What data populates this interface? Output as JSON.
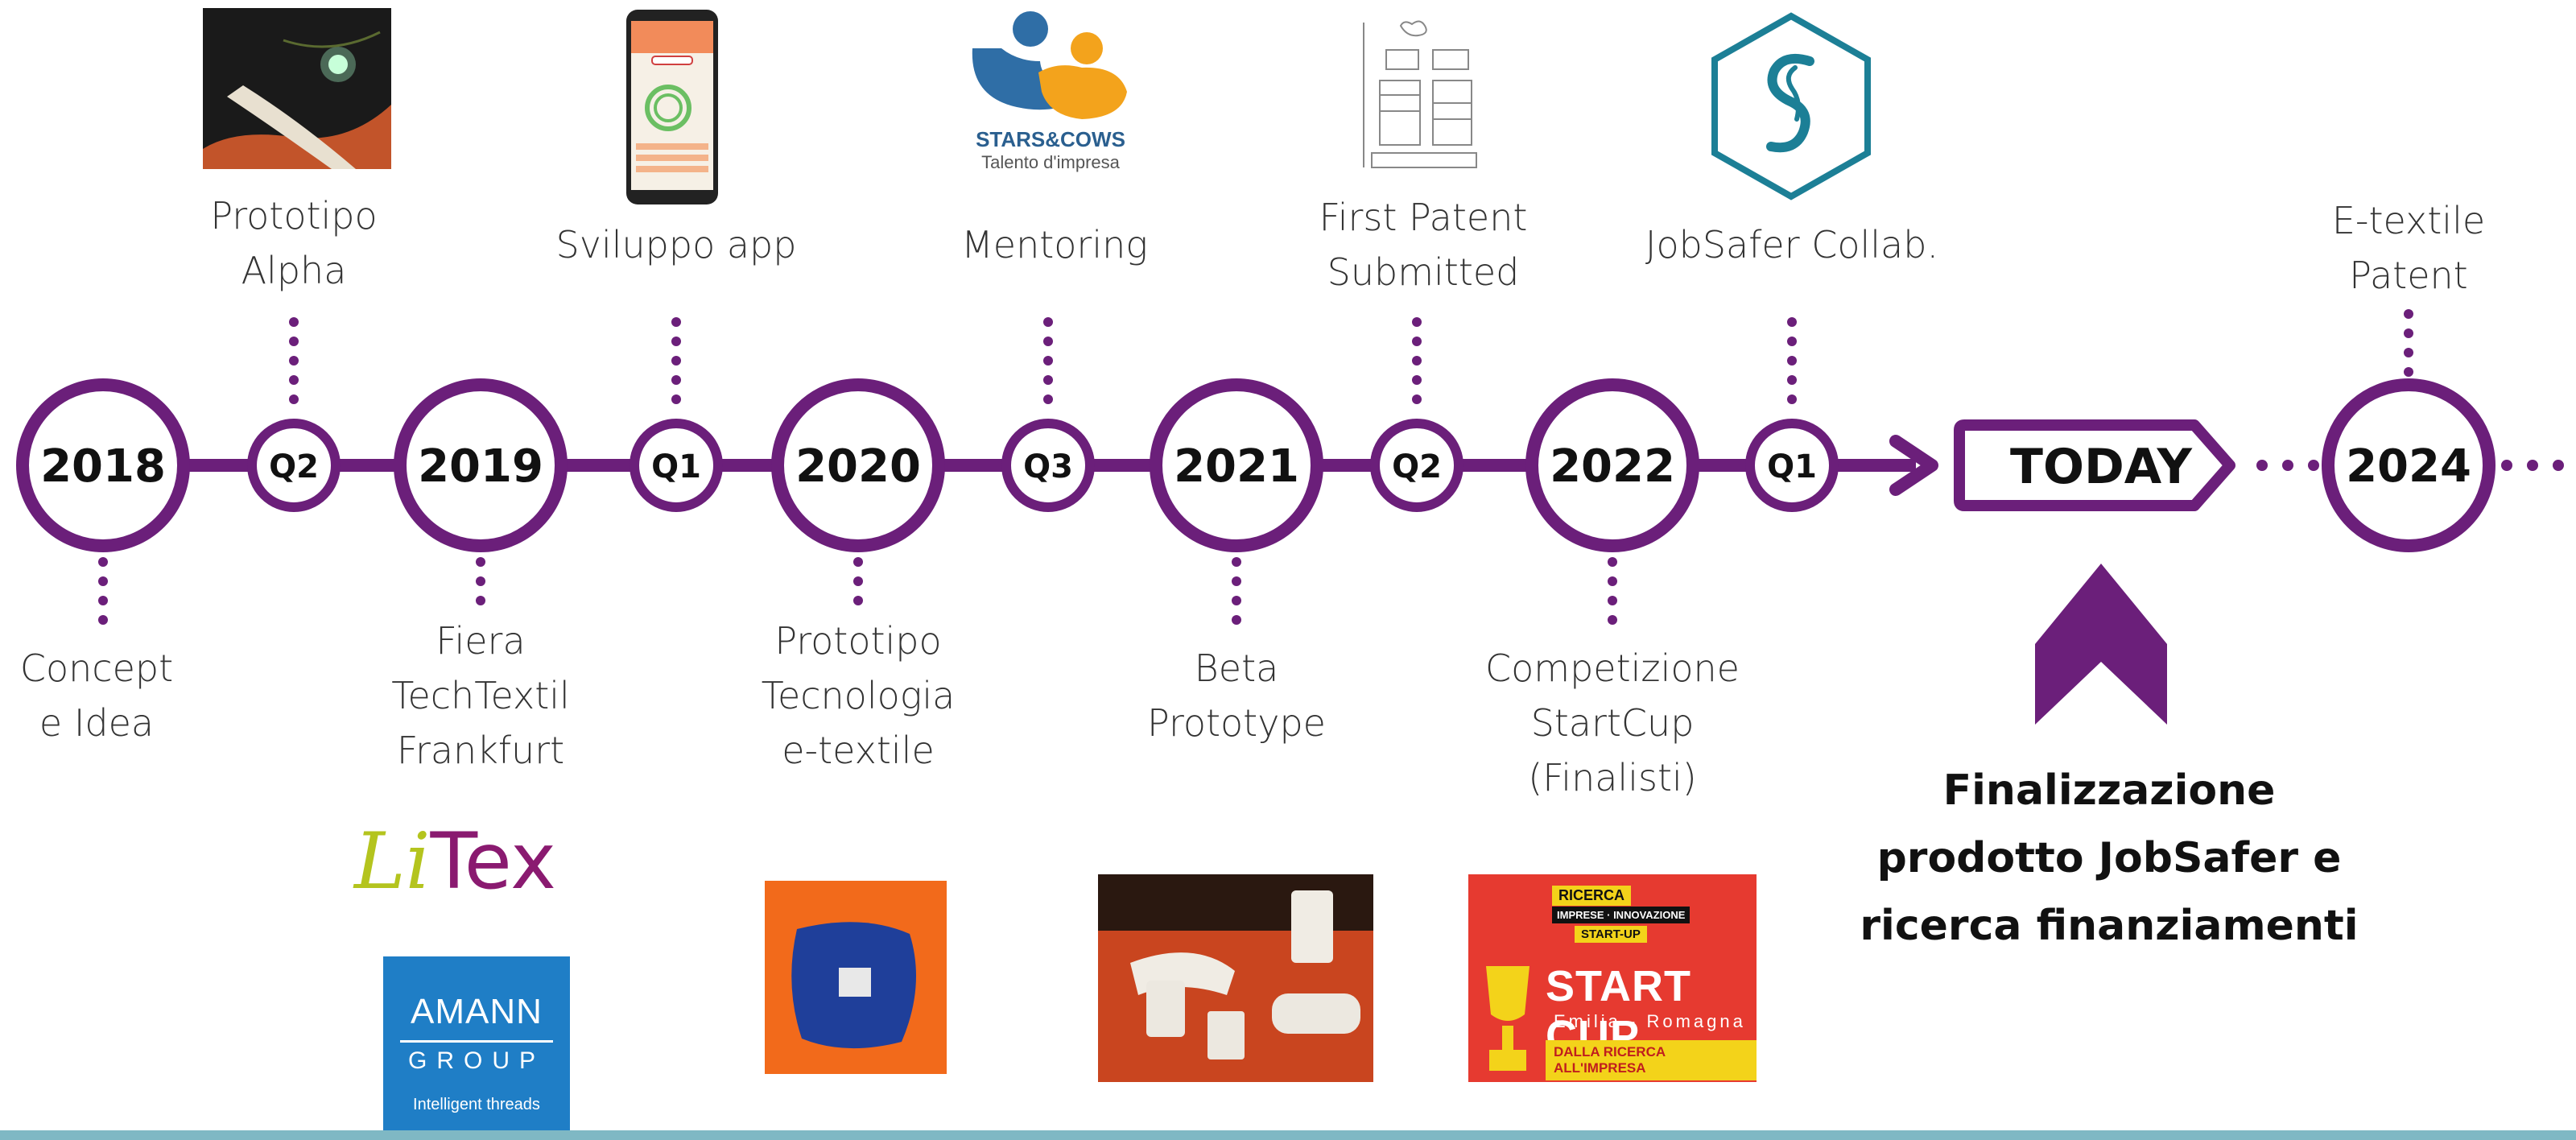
{
  "colors": {
    "purple": "#6b1f7a",
    "today_outline": "#6b1f7a",
    "text": "#111111",
    "label_text": "#333333",
    "bottom_bar": "#7fb8c4"
  },
  "nodes": [
    {
      "label": "2018",
      "kind": "year"
    },
    {
      "label": "Q2",
      "kind": "quarter"
    },
    {
      "label": "2019",
      "kind": "year"
    },
    {
      "label": "Q1",
      "kind": "quarter"
    },
    {
      "label": "2020",
      "kind": "year"
    },
    {
      "label": "Q3",
      "kind": "quarter"
    },
    {
      "label": "2021",
      "kind": "year"
    },
    {
      "label": "Q2",
      "kind": "quarter"
    },
    {
      "label": "2022",
      "kind": "year"
    },
    {
      "label": "Q1",
      "kind": "quarter"
    },
    {
      "label": "TODAY",
      "kind": "today"
    },
    {
      "label": "2024",
      "kind": "year"
    }
  ],
  "milestones": {
    "concept": [
      "Concept",
      "e Idea"
    ],
    "prototipo_alpha": [
      "Prototipo",
      "Alpha"
    ],
    "fiera": [
      "Fiera",
      "TechTextil",
      "Frankfurt"
    ],
    "sviluppo_app": [
      "Sviluppo app"
    ],
    "prototipo_tecnologia": [
      "Prototipo",
      "Tecnologia",
      "e-textile"
    ],
    "mentoring": [
      "Mentoring"
    ],
    "beta": [
      "Beta",
      "Prototype"
    ],
    "first_patent": [
      "First Patent",
      "Submitted"
    ],
    "competizione": [
      "Competizione",
      "StartCup",
      "(Finalisti)"
    ],
    "jobsafer": [
      "JobSafer Collab."
    ],
    "etextile_patent": [
      "E-textile",
      "Patent"
    ]
  },
  "finalizzazione": [
    "Finalizzazione",
    "prodotto JobSafer e",
    "ricerca finanziamenti"
  ],
  "logos": {
    "litex_li": "Li",
    "litex_tex": "Tex",
    "amann_1": "AMANN",
    "amann_2": "GROUP",
    "amann_3": "Intelligent threads",
    "stars_1": "STARS&COWS",
    "stars_2": "Talento d'impresa",
    "startcup_tag1": "RICERCA",
    "startcup_tag2": "IMPRESE · INNOVAZIONE",
    "startcup_tag3": "START-UP",
    "startcup_title": "START CUP",
    "startcup_sub": "Emilia - Romagna",
    "startcup_foot": "DALLA RICERCA ALL'IMPRESA"
  }
}
